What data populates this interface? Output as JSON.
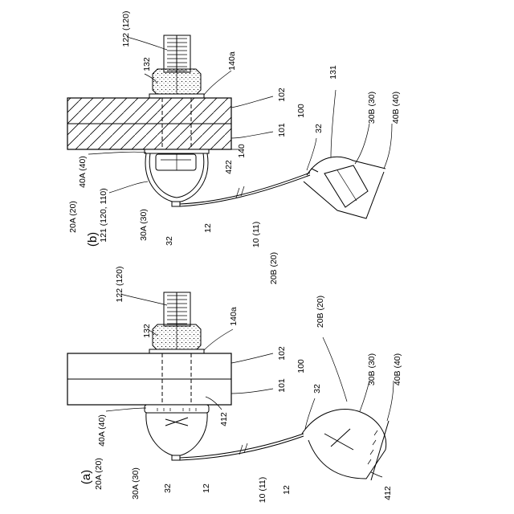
{
  "figure": {
    "panel_a": {
      "tag": "(a)",
      "labels": {
        "cap_assembly": "20A (20)",
        "bolt": "122 (120)",
        "nut": "132",
        "washer": "140a",
        "plate_upper": "102",
        "plate_group": "100",
        "plate_lower": "101",
        "cover_rim": "40A (40)",
        "cover_body": "30A (30)",
        "hook_a": "32",
        "eyelet_a": "12",
        "fins_a": "412",
        "wire": "10 (11)",
        "cap_b_assembly": "20B (20)",
        "hook_b": "32",
        "eyelet_b": "12",
        "cap_b_body": "30B (30)",
        "cap_b_rim": "40B (40)",
        "fins_b": "412"
      }
    },
    "panel_b": {
      "tag": "(b)",
      "labels": {
        "cap_assembly": "20A (20)",
        "bolt": "122 (120)",
        "nut": "132",
        "washer": "140a",
        "plate_upper": "102",
        "plate_group": "100",
        "plate_lower": "101",
        "washer_lower": "140",
        "cover_rim": "40A (40)",
        "bolt_group": "121 (120, 110)",
        "cover_body": "30A (30)",
        "hook_a": "32",
        "eyelet_a": "12",
        "lip": "422",
        "wire": "10 (11)",
        "cap_b_assembly": "20B (20)",
        "hook_b": "32",
        "clip": "131",
        "cap_b_body": "30B (30)",
        "cap_b_rim": "40B (40)"
      }
    }
  }
}
